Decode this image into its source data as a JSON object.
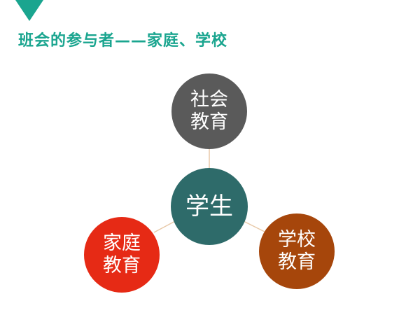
{
  "title": "班会的参与者——家庭、学校",
  "diagram": {
    "center": {
      "label": "学生"
    },
    "nodes": [
      {
        "id": "society",
        "line1": "社会",
        "line2": "教育",
        "color": "#5a5a5a"
      },
      {
        "id": "family",
        "line1": "家庭",
        "line2": "教育",
        "color": "#e62a15"
      },
      {
        "id": "school",
        "line1": "学校",
        "line2": "教育",
        "color": "#a6460b"
      }
    ],
    "center_color": "#2e6b6a",
    "connector_color": "#e8c9a8"
  },
  "accent_color": "#1aa58f"
}
